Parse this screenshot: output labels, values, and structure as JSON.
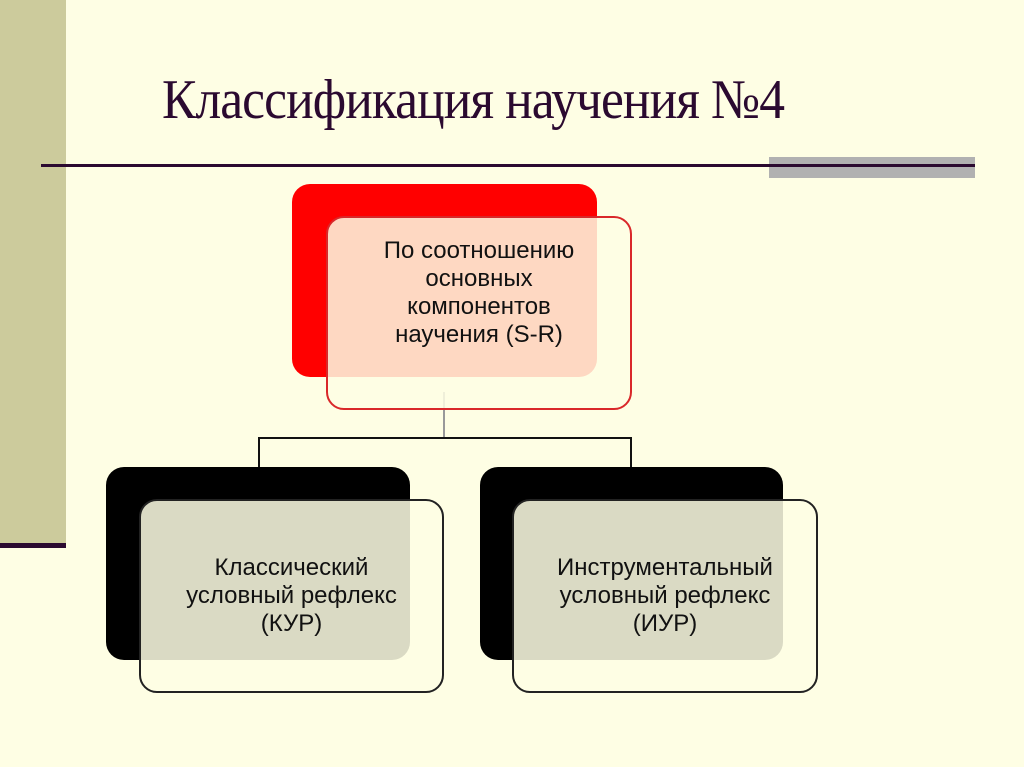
{
  "slide": {
    "title": "Классификация научения №4",
    "colors": {
      "background": "#fefee4",
      "sidebar": "#cccb9c",
      "title_text": "#2b0a30",
      "accent_bar": "#b1b1b1",
      "root_back": "#ff0000",
      "root_border": "#d9282a",
      "child_back": "#000000",
      "child_border": "#222222"
    }
  },
  "diagram": {
    "root": {
      "label": "По соотношению\nосновных\nкомпонентов\nнаучения (S-R)"
    },
    "children": [
      {
        "label": "Классический\nусловный рефлекс\n(КУР)"
      },
      {
        "label": "Инструментальный\nусловный рефлекс\n(ИУР)"
      }
    ]
  }
}
